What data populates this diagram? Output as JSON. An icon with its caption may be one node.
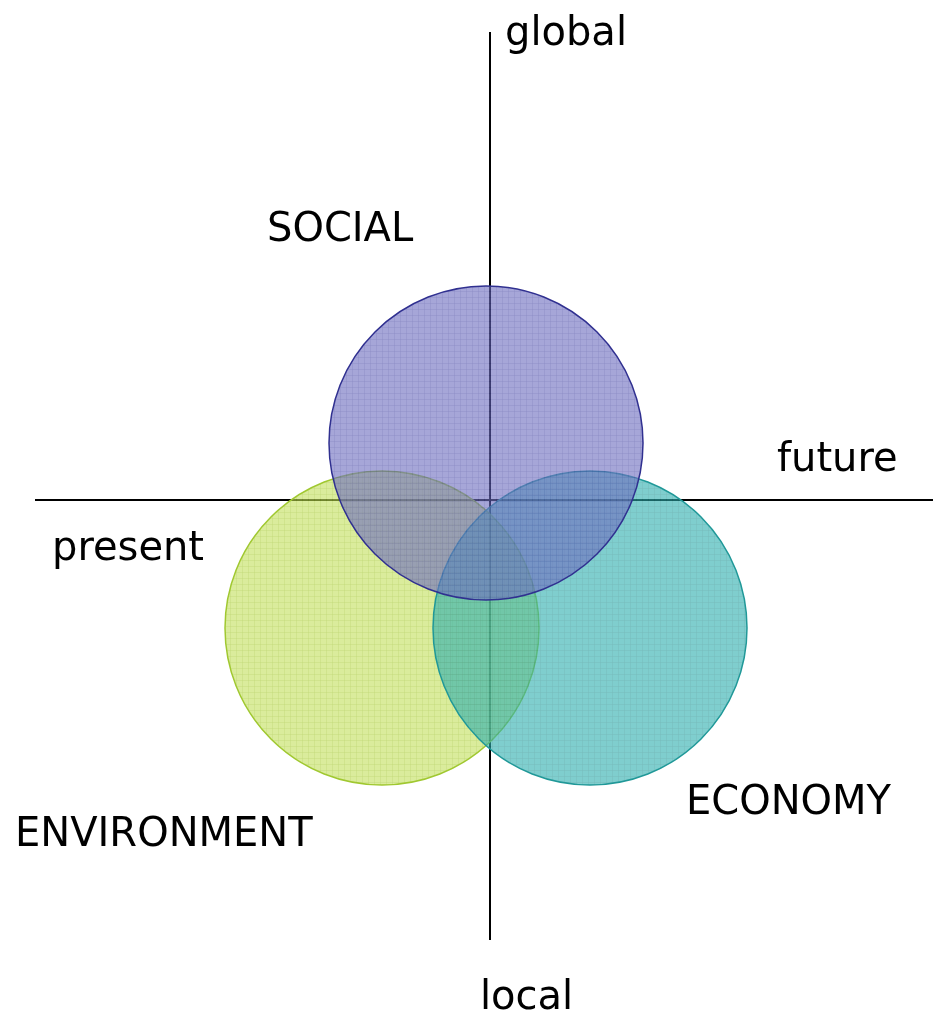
{
  "diagram": {
    "nodes": [
      {
        "text": [
          "SOCIAL"
        ]
      },
      {
        "text": [
          "ENVIRONMENT"
        ]
      },
      {
        "text": [
          "ECONOMY"
        ]
      }
    ],
    "labels": [
      "global",
      "future",
      "present",
      "local"
    ]
  }
}
